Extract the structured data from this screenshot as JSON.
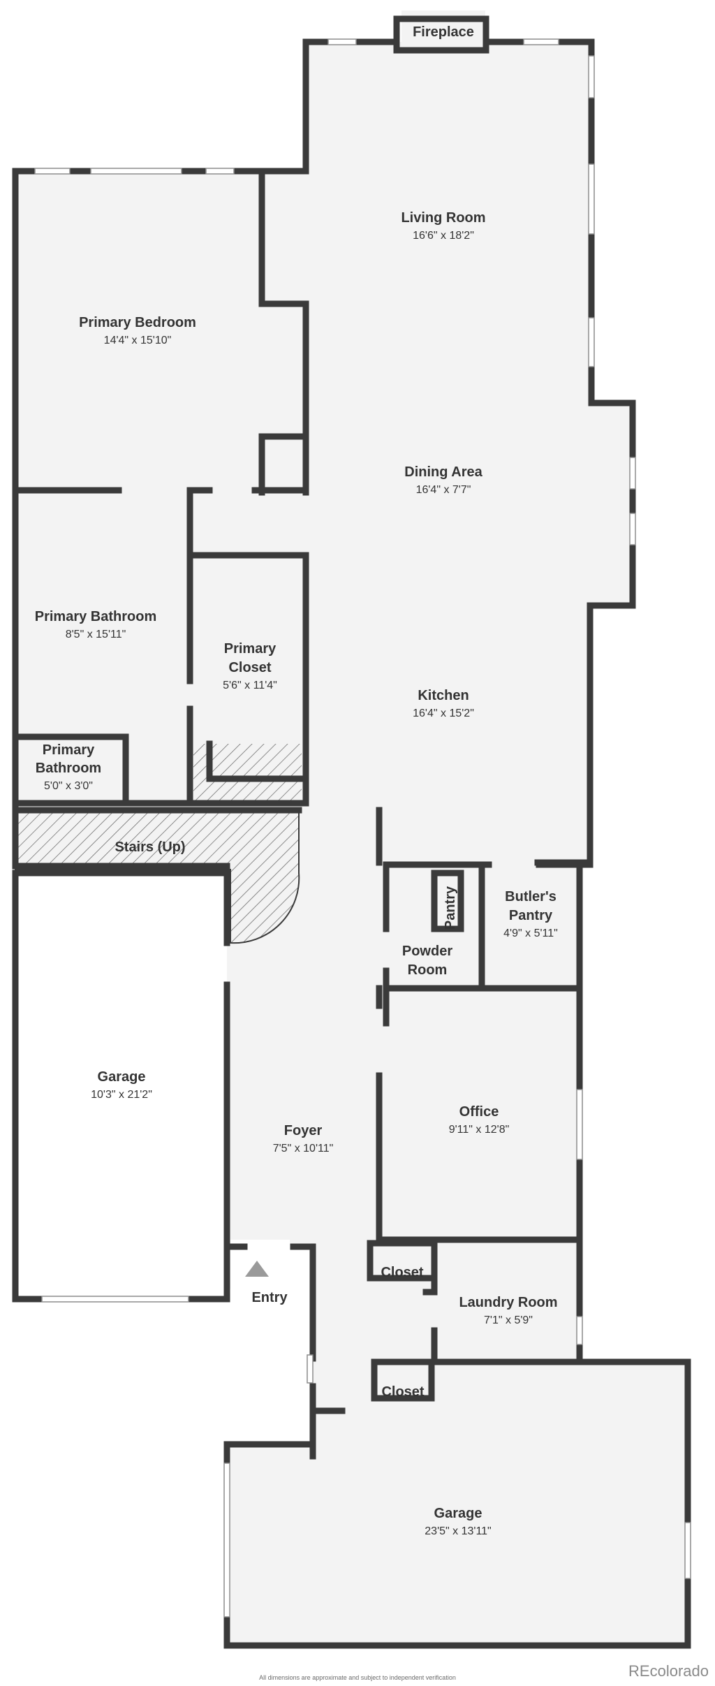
{
  "rooms": {
    "fireplace": {
      "name": "Fireplace"
    },
    "living_room": {
      "name": "Living Room",
      "dims": "16'6\" x 18'2\""
    },
    "primary_bedroom": {
      "name": "Primary Bedroom",
      "dims": "14'4\" x 15'10\""
    },
    "dining_area": {
      "name": "Dining Area",
      "dims": "16'4\" x 7'7\""
    },
    "primary_bathroom": {
      "name": "Primary Bathroom",
      "dims": "8'5\" x 15'11\""
    },
    "primary_closet": {
      "name_line1": "Primary",
      "name_line2": "Closet",
      "dims": "5'6\" x 11'4\""
    },
    "kitchen": {
      "name": "Kitchen",
      "dims": "16'4\" x 15'2\""
    },
    "primary_bathroom_small": {
      "name_line1": "Primary",
      "name_line2": "Bathroom",
      "dims": "5'0\" x 3'0\""
    },
    "stairs": {
      "name": "Stairs (Up)"
    },
    "pantry": {
      "name": "Pantry"
    },
    "butlers_pantry": {
      "name_line1": "Butler's",
      "name_line2": "Pantry",
      "dims": "4'9\" x 5'11\""
    },
    "powder_room": {
      "name_line1": "Powder",
      "name_line2": "Room"
    },
    "garage_left": {
      "name": "Garage",
      "dims": "10'3\" x 21'2\""
    },
    "foyer": {
      "name": "Foyer",
      "dims": "7'5\" x 10'11\""
    },
    "office": {
      "name": "Office",
      "dims": "9'11\" x 12'8\""
    },
    "closet_upper": {
      "name": "Closet"
    },
    "entry": {
      "name": "Entry"
    },
    "laundry_room": {
      "name": "Laundry Room",
      "dims": "7'1\" x 5'9\""
    },
    "closet_lower": {
      "name": "Closet"
    },
    "garage_bottom": {
      "name": "Garage",
      "dims": "23'5\" x 13'11\""
    }
  },
  "footnote": "All dimensions are approximate and subject to independent verification",
  "brand": "REcolorado",
  "colors": {
    "wall": "#3a3a3a",
    "floor": "#f3f3f3",
    "hatch": "#555555",
    "text": "#333333"
  }
}
